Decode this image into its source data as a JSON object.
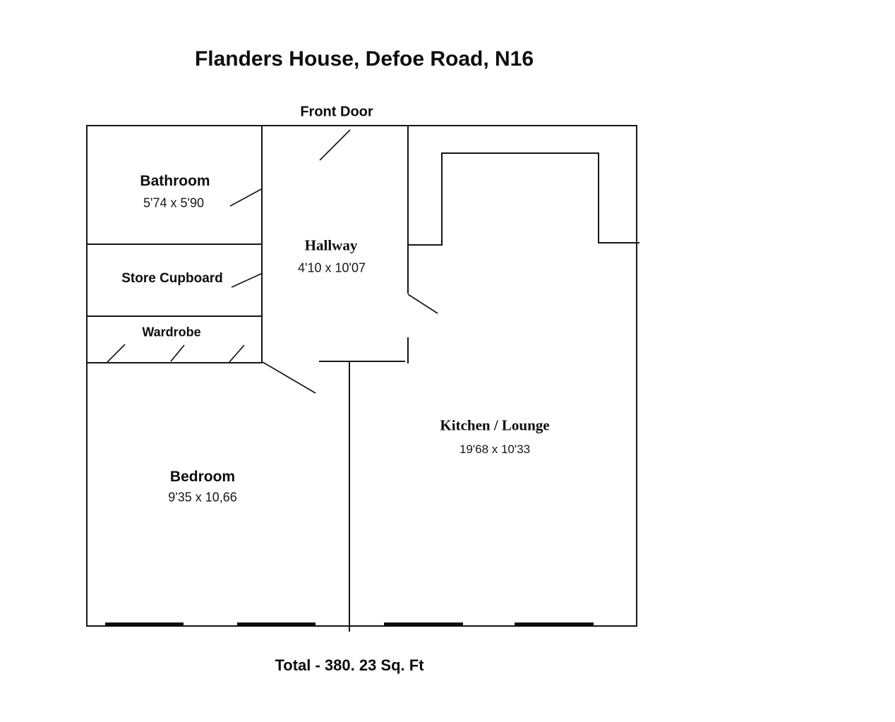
{
  "title": "Flanders House, Defoe Road, N16",
  "front_door_label": "Front Door",
  "rooms": {
    "bathroom": {
      "name": "Bathroom",
      "dimensions": "5'74 x 5'90"
    },
    "store_cupboard": {
      "name": "Store Cupboard"
    },
    "wardrobe": {
      "name": "Wardrobe"
    },
    "hallway": {
      "name": "Hallway",
      "dimensions": "4'10 x 10'07"
    },
    "kitchen_lounge": {
      "name": "Kitchen / Lounge",
      "dimensions": "19'68 x 10'33"
    },
    "bedroom": {
      "name": "Bedroom",
      "dimensions": "9'35 x 10,66"
    }
  },
  "total_area": "Total - 380. 23 Sq. Ft",
  "colors": {
    "background": "#ffffff",
    "line": "#161616",
    "text": "#0d0d0d"
  }
}
